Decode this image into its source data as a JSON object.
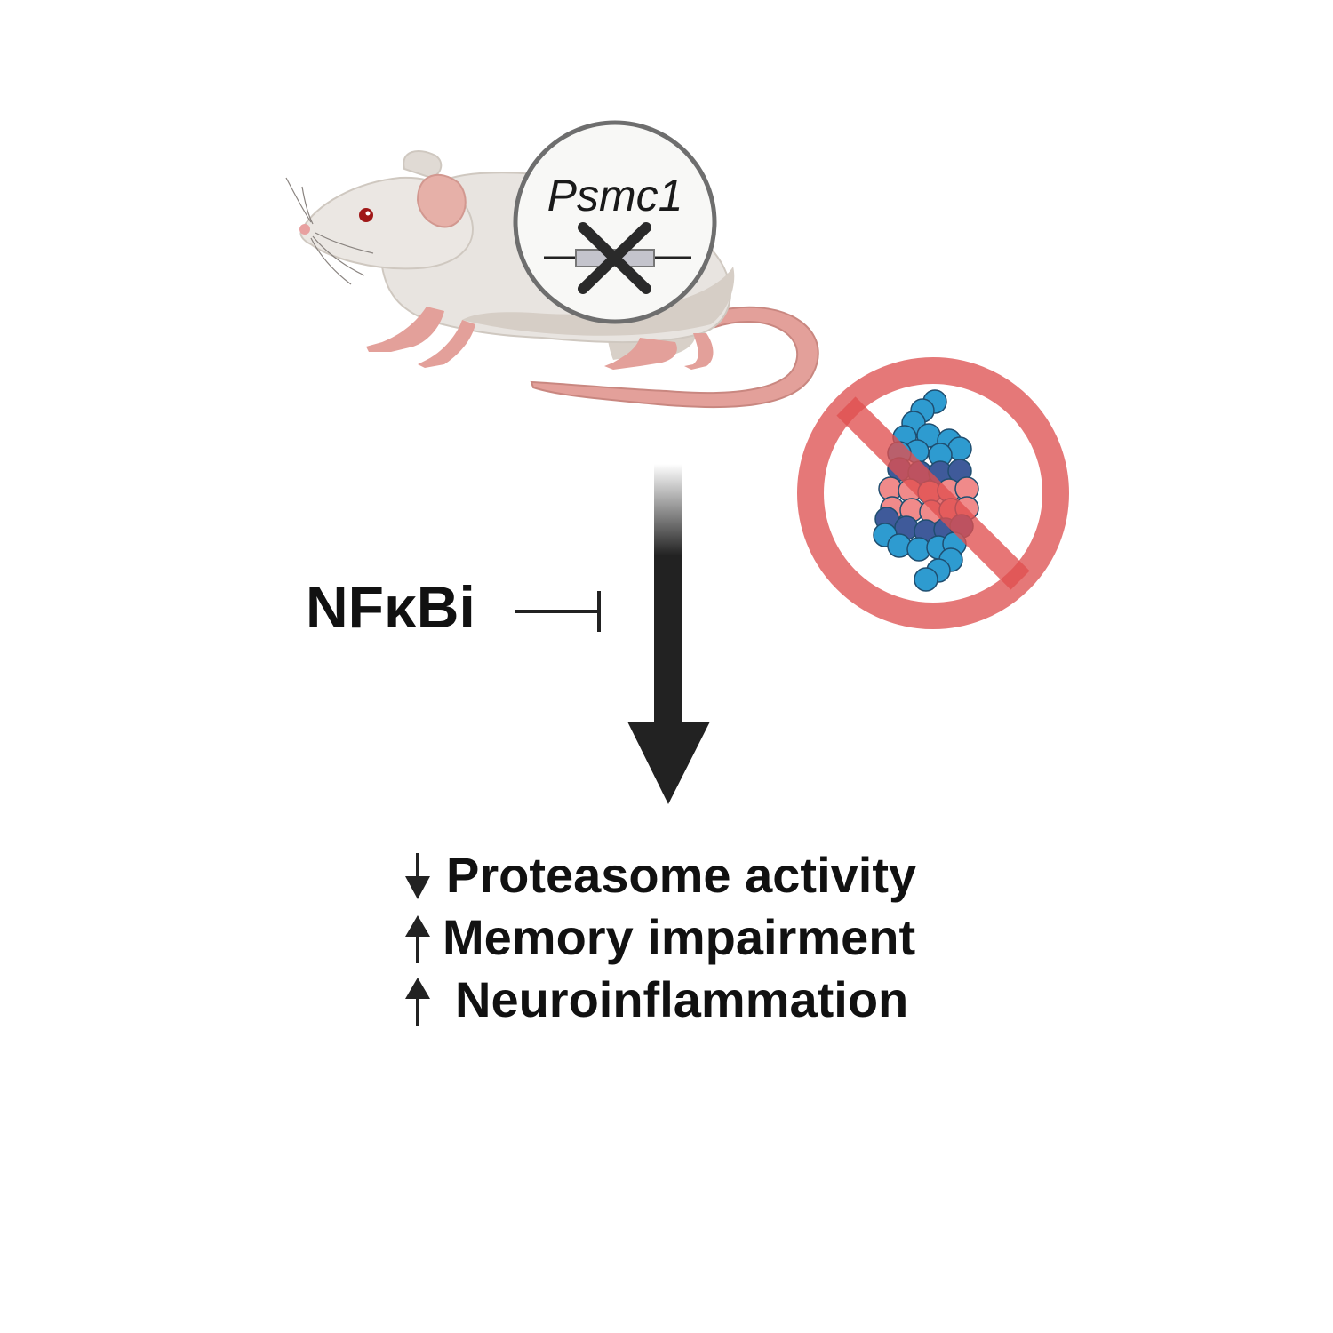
{
  "gene": {
    "name": "Psmc1"
  },
  "inhibitor": {
    "label": "NFκBi"
  },
  "outcomes": [
    {
      "direction": "down",
      "label": "Proteasome activity"
    },
    {
      "direction": "up",
      "label": "Memory impairment"
    },
    {
      "direction": "up",
      "label": "Neuroinflammation"
    }
  ],
  "colors": {
    "mouse_body": "#e8e4e0",
    "mouse_shade": "#d4ccc4",
    "mouse_pink": "#e8a8a0",
    "prohibition": "#e57878",
    "proteasome_blue": "#2e9bd0",
    "proteasome_navy": "#3f5a9a",
    "proteasome_pink": "#f08a8a",
    "arrow": "#222222"
  }
}
